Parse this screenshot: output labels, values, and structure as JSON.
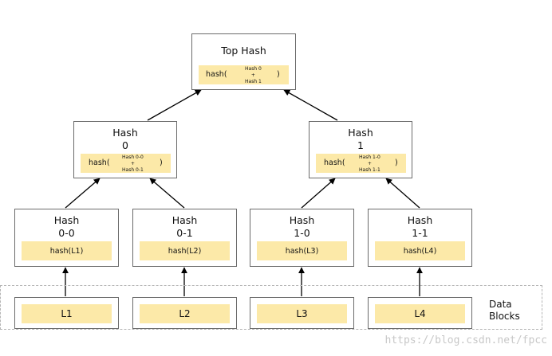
{
  "colors": {
    "node_border": "#6b6b6b",
    "pad_fill": "#fce9a8",
    "arrow": "#000000",
    "data_region_border": "#b5b5b5",
    "watermark": "#c8c8c8"
  },
  "top_hash": {
    "title": "Top Hash",
    "fn": "hash(",
    "args": [
      "Hash 0",
      "+",
      "Hash 1"
    ],
    "close": ")"
  },
  "hash_0": {
    "title": [
      "Hash",
      "0"
    ],
    "fn": "hash(",
    "args": [
      "Hash 0-0",
      "+",
      "Hash 0-1"
    ],
    "close": ")"
  },
  "hash_1": {
    "title": [
      "Hash",
      "1"
    ],
    "fn": "hash(",
    "args": [
      "Hash 1-0",
      "+",
      "Hash 1-1"
    ],
    "close": ")"
  },
  "hash_0_0": {
    "title": [
      "Hash",
      "0-0"
    ],
    "content": "hash(L1)"
  },
  "hash_0_1": {
    "title": [
      "Hash",
      "0-1"
    ],
    "content": "hash(L2)"
  },
  "hash_1_0": {
    "title": [
      "Hash",
      "1-0"
    ],
    "content": "hash(L3)"
  },
  "hash_1_1": {
    "title": [
      "Hash",
      "1-1"
    ],
    "content": "hash(L4)"
  },
  "data_blocks": {
    "label": "Data\nBlocks",
    "blocks": [
      "L1",
      "L2",
      "L3",
      "L4"
    ]
  },
  "watermark": "https://blog.csdn.net/fpcc"
}
